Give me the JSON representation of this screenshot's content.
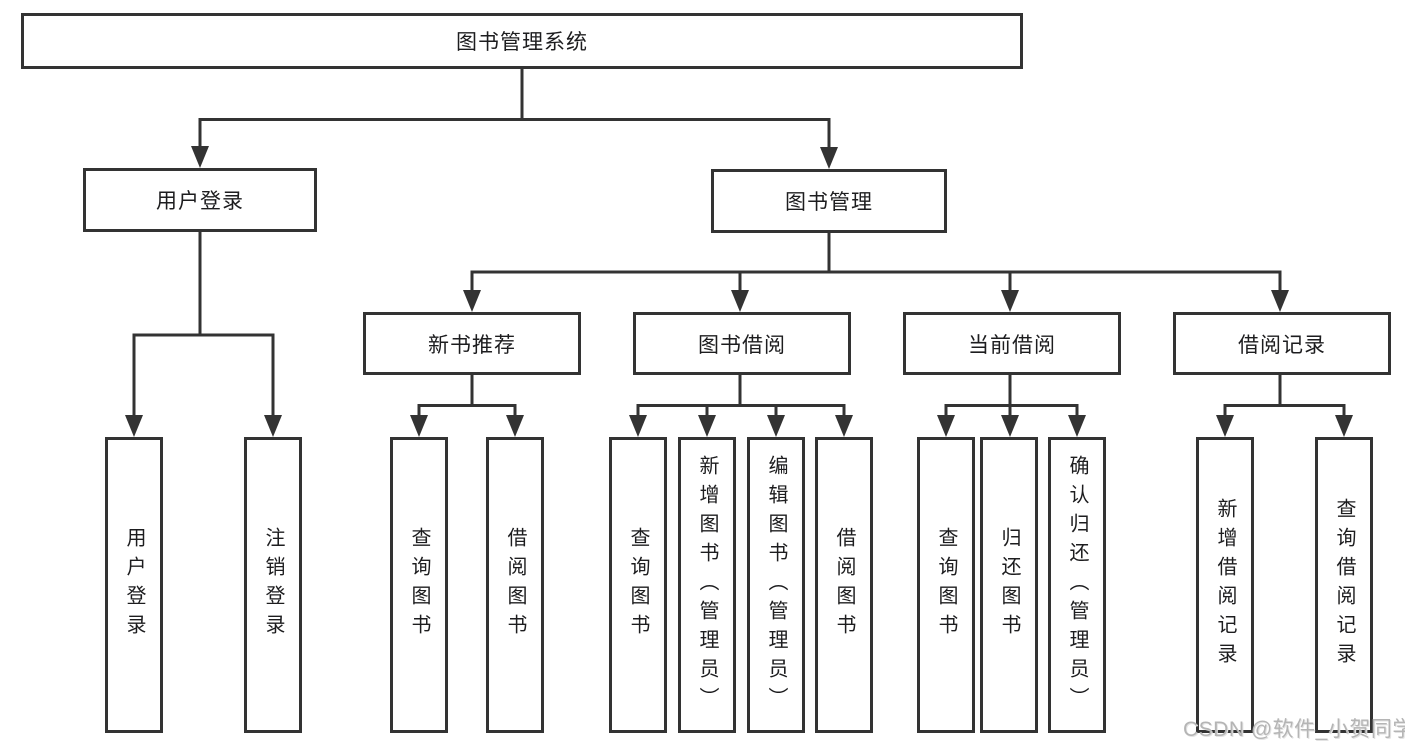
{
  "tree": {
    "label": "图书管理系统",
    "children": [
      {
        "label": "用户登录",
        "children": [
          {
            "label": "用户登录"
          },
          {
            "label": "注销登录"
          }
        ]
      },
      {
        "label": "图书管理",
        "children": [
          {
            "label": "新书推荐",
            "children": [
              {
                "label": "查询图书"
              },
              {
                "label": "借阅图书"
              }
            ]
          },
          {
            "label": "图书借阅",
            "children": [
              {
                "label": "查询图书"
              },
              {
                "label": "新增图书（管理员）"
              },
              {
                "label": "编辑图书（管理员）"
              },
              {
                "label": "借阅图书"
              }
            ]
          },
          {
            "label": "当前借阅",
            "children": [
              {
                "label": "查询图书"
              },
              {
                "label": "归还图书"
              },
              {
                "label": "确认归还（管理员）"
              }
            ]
          },
          {
            "label": "借阅记录",
            "children": [
              {
                "label": "新增借阅记录"
              },
              {
                "label": "查询借阅记录"
              }
            ]
          }
        ]
      }
    ]
  },
  "watermark": {
    "text": "CSDN @软件_小贺同学"
  },
  "colors": {
    "line": "#333333",
    "text": "#1d1d1f",
    "watermark": "#b5b5b5",
    "background": "#ffffff"
  }
}
